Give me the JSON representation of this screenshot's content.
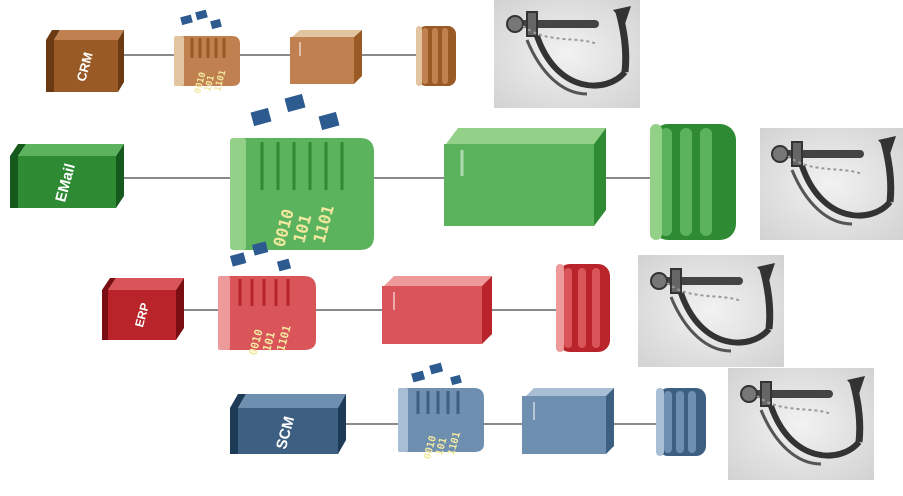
{
  "rows": [
    {
      "id": "crm",
      "label": "CRM",
      "binary": [
        "0010",
        "101",
        "1101"
      ],
      "colors": {
        "dark": "#6b3a12",
        "base": "#9a5a26",
        "light": "#c08050",
        "pale": "#e3c4a0"
      }
    },
    {
      "id": "email",
      "label": "EMail",
      "binary": [
        "0010",
        "101",
        "1101"
      ],
      "colors": {
        "dark": "#155a1c",
        "base": "#2f8a34",
        "light": "#5cb35e",
        "pale": "#93d088"
      }
    },
    {
      "id": "erp",
      "label": "ERP",
      "binary": [
        "0010",
        "101",
        "1101"
      ],
      "colors": {
        "dark": "#7a0e12",
        "base": "#b8242a",
        "light": "#d9555a",
        "pale": "#ef9a9a"
      }
    },
    {
      "id": "scm",
      "label": "SCM",
      "binary": [
        "0010",
        "101",
        "1101"
      ],
      "colors": {
        "dark": "#1d3a56",
        "base": "#3d5f82",
        "light": "#6f8fb0",
        "pale": "#a8bed4"
      }
    }
  ],
  "chip_color": "#2d5b8f",
  "line_color": "#8a8a8a",
  "anchor_icon": "anchor-icon"
}
